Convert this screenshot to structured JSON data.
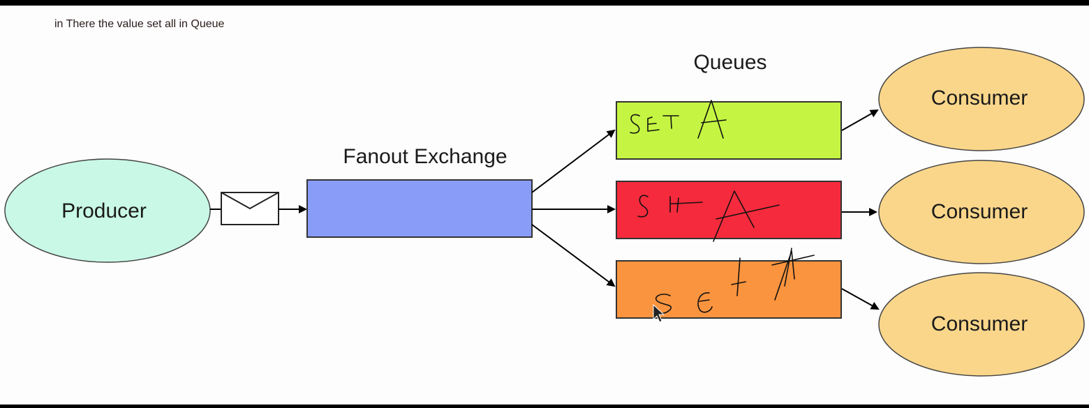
{
  "caption": "in There the value set all in Queue",
  "producer": {
    "label": "Producer"
  },
  "exchange": {
    "title": "Fanout Exchange"
  },
  "queues_title": "Queues",
  "queues": [
    {
      "color": "#c5f542"
    },
    {
      "color": "#f52a3c"
    },
    {
      "color": "#fb943f"
    }
  ],
  "consumers": [
    {
      "label": "Consumer"
    },
    {
      "label": "Consumer"
    },
    {
      "label": "Consumer"
    }
  ],
  "colors": {
    "producer_fill": "#c9f8e6",
    "exchange_fill": "#899cf7",
    "consumer_fill": "#fad68b"
  },
  "annotations": [
    "SET A",
    "SET A",
    "SET A"
  ],
  "icons": [
    "envelope-icon",
    "mouse-cursor-icon"
  ]
}
